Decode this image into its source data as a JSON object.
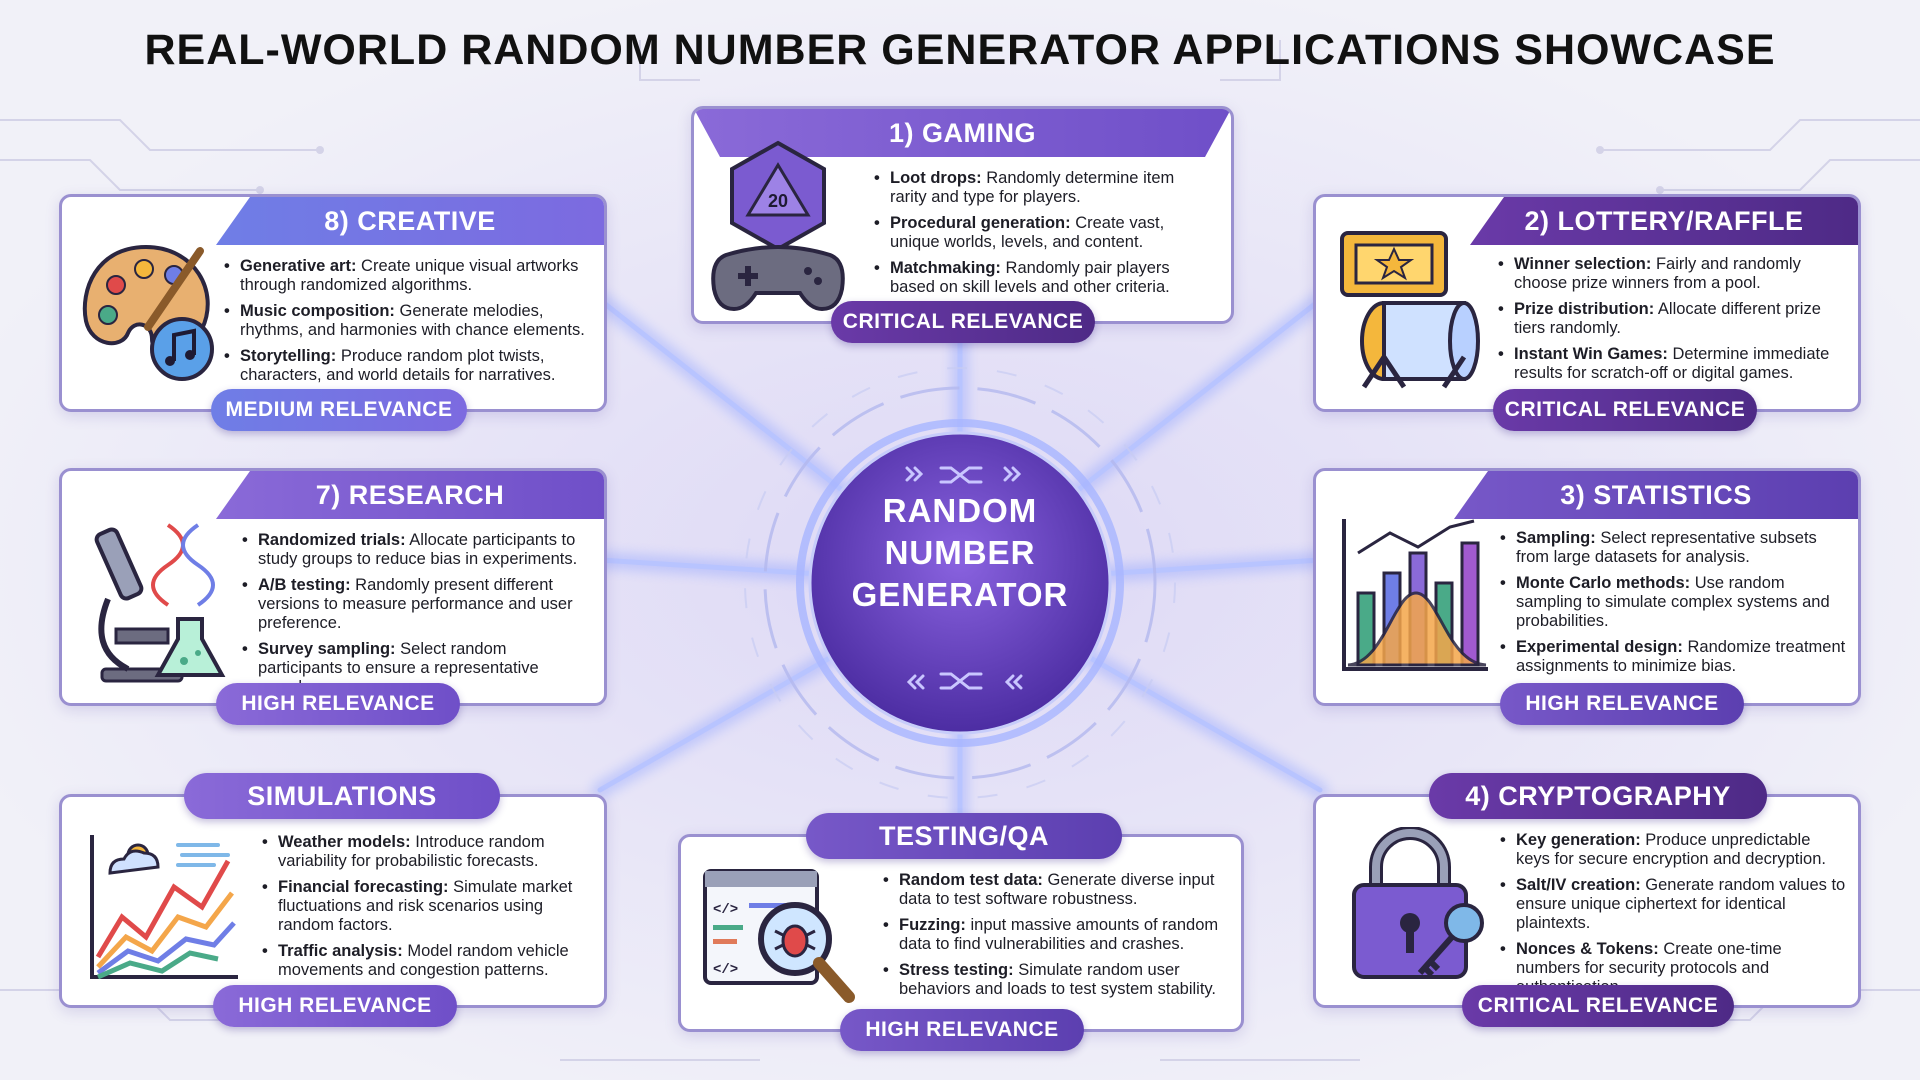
{
  "title": "REAL-WORLD RANDOM NUMBER GENERATOR APPLICATIONS SHOWCASE",
  "center": {
    "line1": "RANDOM",
    "line2": "NUMBER",
    "line3": "GENERATOR"
  },
  "colors": {
    "blue_header": "#6f7ee6",
    "purple_header": "#8a6ad8",
    "dark_header": "#5a2f96",
    "card_border": "#9a90d0",
    "center_fill": "#6a40c0"
  },
  "cards": {
    "gaming": {
      "title": "1) GAMING",
      "badge": "CRITICAL RELEVANCE",
      "icon": "d20-gamepad-icon",
      "items": [
        {
          "term": "Loot drops:",
          "text": " Randomly determine item rarity and type for players."
        },
        {
          "term": "Procedural generation:",
          "text": " Create vast, unique worlds, levels, and content."
        },
        {
          "term": "Matchmaking:",
          "text": " Randomly pair players based on skill levels and other criteria."
        }
      ]
    },
    "lottery": {
      "title": "2) LOTTERY/RAFFLE",
      "badge": "CRITICAL RELEVANCE",
      "icon": "ticket-drum-icon",
      "items": [
        {
          "term": "Winner selection:",
          "text": " Fairly and randomly choose prize winners from a pool."
        },
        {
          "term": "Prize distribution:",
          "text": " Allocate different prize tiers randomly."
        },
        {
          "term": "Instant Win Games:",
          "text": " Determine immediate results for scratch-off or digital games."
        }
      ]
    },
    "statistics": {
      "title": "3) STATISTICS",
      "badge": "HIGH RELEVANCE",
      "icon": "bar-chart-bell-curve-icon",
      "items": [
        {
          "term": "Sampling:",
          "text": " Select representative subsets from large datasets for analysis."
        },
        {
          "term": "Monte Carlo methods:",
          "text": " Use random sampling to simulate complex systems and probabilities."
        },
        {
          "term": "Experimental design:",
          "text": " Randomize treatment assignments to minimize bias."
        }
      ]
    },
    "cryptography": {
      "title": "4) CRYPTOGRAPHY",
      "badge": "CRITICAL RELEVANCE",
      "icon": "padlock-key-icon",
      "items": [
        {
          "term": "Key generation:",
          "text": " Produce unpredictable keys for secure encryption and decryption."
        },
        {
          "term": "Salt/IV creation:",
          "text": " Generate random values to ensure unique ciphertext for identical plaintexts."
        },
        {
          "term": "Nonces & Tokens:",
          "text": " Create one-time numbers for security protocols and authentication."
        }
      ]
    },
    "testing": {
      "title": "TESTING/QA",
      "badge": "HIGH RELEVANCE",
      "icon": "code-bug-magnifier-icon",
      "items": [
        {
          "term": "Random test data:",
          "text": " Generate diverse input data to test software robustness."
        },
        {
          "term": "Fuzzing:",
          "text": " input massive amounts of random data to find vulnerabilities and crashes."
        },
        {
          "term": "Stress testing:",
          "text": " Simulate random user behaviors and loads to test system stability."
        }
      ]
    },
    "simulations": {
      "title": "SIMULATIONS",
      "badge": "HIGH RELEVANCE",
      "icon": "weather-trend-chart-icon",
      "items": [
        {
          "term": "Weather models:",
          "text": " Introduce random variability for probabilistic forecasts."
        },
        {
          "term": "Financial forecasting:",
          "text": " Simulate market fluctuations and risk scenarios using random factors."
        },
        {
          "term": "Traffic analysis:",
          "text": " Model random vehicle movements and congestion patterns."
        }
      ]
    },
    "research": {
      "title": "7) RESEARCH",
      "badge": "HIGH RELEVANCE",
      "icon": "microscope-dna-flask-icon",
      "items": [
        {
          "term": "Randomized trials:",
          "text": " Allocate participants to study groups to reduce bias in experiments."
        },
        {
          "term": "A/B testing:",
          "text": " Randomly present different versions to measure performance and user preference."
        },
        {
          "term": "Survey sampling:",
          "text": " Select random participants to ensure a representative sample."
        }
      ]
    },
    "creative": {
      "title": "8) CREATIVE",
      "badge": "MEDIUM RELEVANCE",
      "icon": "palette-music-icon",
      "items": [
        {
          "term": "Generative art:",
          "text": " Create unique visual artworks through randomized algorithms."
        },
        {
          "term": "Music composition:",
          "text": " Generate melodies, rhythms, and harmonies with chance elements."
        },
        {
          "term": "Storytelling:",
          "text": " Produce random plot twists, characters, and world details for narratives."
        }
      ]
    }
  }
}
